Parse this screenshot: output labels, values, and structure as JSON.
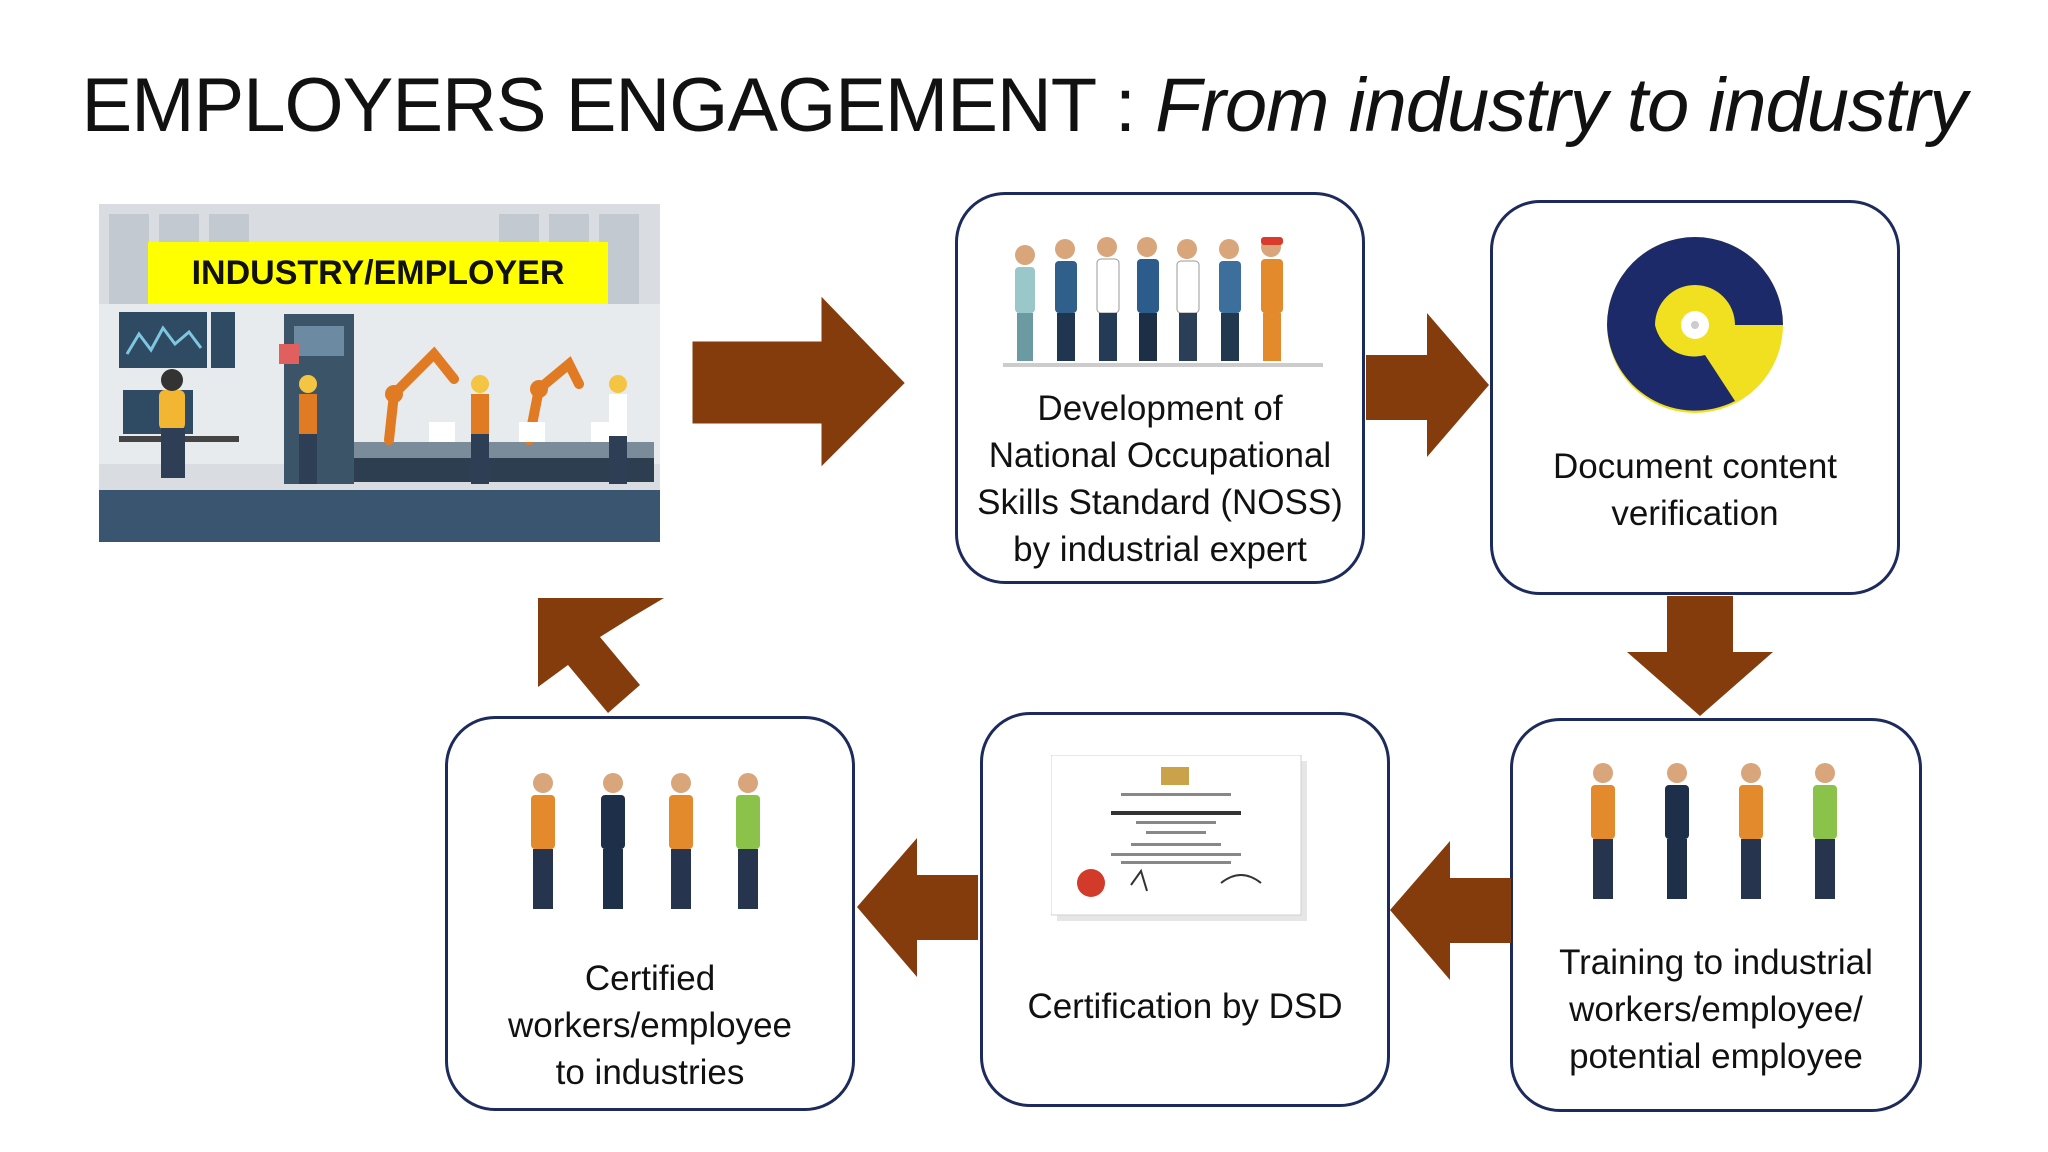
{
  "title": {
    "main": "EMPLOYERS ENGAGEMENT : ",
    "sub": "From industry to industry"
  },
  "industry_image": {
    "banner": "INDUSTRY/EMPLOYER"
  },
  "steps": {
    "noss": "Development of\nNational Occupational\nSkills Standard (NOSS)\nby industrial expert",
    "verification": "Document content\nverification",
    "training": "Training to industrial\nworkers/employee/\npotential employee",
    "certification": "Certification by DSD",
    "certified": "Certified\nworkers/employee\nto industries"
  },
  "colors": {
    "arrow": "#843c0c",
    "box_border": "#1d2a5c",
    "banner": "#ffff00"
  }
}
